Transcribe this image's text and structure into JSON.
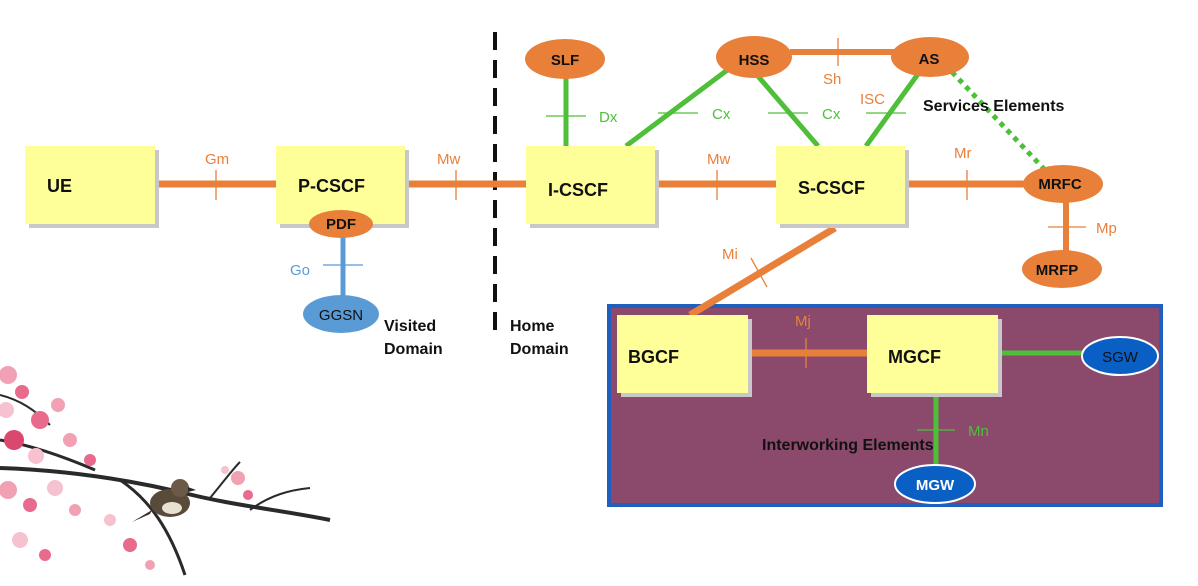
{
  "boxes": {
    "ue": "UE",
    "pcscf": "P-CSCF",
    "icscf": "I-CSCF",
    "scscf": "S-CSCF",
    "bgcf": "BGCF",
    "mgcf": "MGCF"
  },
  "nodes": {
    "pdf": "PDF",
    "ggsn": "GGSN",
    "slf": "SLF",
    "hss": "HSS",
    "as": "AS",
    "mrfc": "MRFC",
    "mrfp": "MRFP",
    "sgw": "SGW",
    "mgw": "MGW"
  },
  "interfaces": {
    "gm": "Gm",
    "mw1": "Mw",
    "mw2": "Mw",
    "mr": "Mr",
    "mp": "Mp",
    "dx": "Dx",
    "cx1": "Cx",
    "cx2": "Cx",
    "sh": "Sh",
    "isc": "ISC",
    "go": "Go",
    "mi": "Mi",
    "mj": "Mj",
    "mn": "Mn"
  },
  "regions": {
    "visited_line1": "Visited",
    "visited_line2": "Domain",
    "home_line1": "Home",
    "home_line2": "Domain",
    "services": "Services Elements",
    "interworking": "Interworking Elements"
  },
  "colors": {
    "orange": "#e8803a",
    "green": "#4fbf3a",
    "blue_link": "#5b9bd5",
    "box_fill": "#ffff99",
    "interworking_fill": "#8b4a6b",
    "interworking_border": "#1f5fbf",
    "dark_blue_node": "#0a5fc4"
  }
}
